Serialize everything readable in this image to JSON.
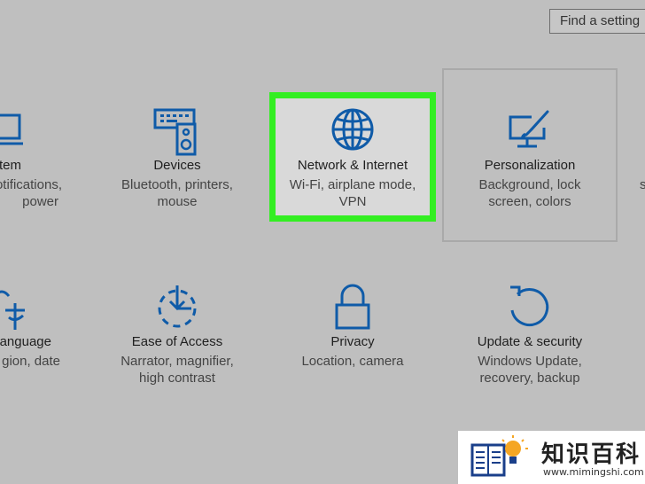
{
  "search": {
    "placeholder": "Find a setting"
  },
  "tiles": [
    {
      "name": "system",
      "title": "tem",
      "desc": [
        "otifications,",
        "power"
      ],
      "icon": "laptop-icon"
    },
    {
      "name": "devices",
      "title": "Devices",
      "desc": [
        "Bluetooth, printers,",
        "mouse"
      ],
      "icon": "keyboard-speaker-icon"
    },
    {
      "name": "network",
      "title": "Network & Internet",
      "desc": [
        "Wi-Fi, airplane mode,",
        "VPN"
      ],
      "icon": "globe-icon"
    },
    {
      "name": "personalization",
      "title": "Personalization",
      "desc": [
        "Background, lock",
        "screen, colors"
      ],
      "icon": "monitor-brush-icon"
    },
    {
      "name": "time-language",
      "title": "anguage",
      "desc": [
        "gion, date"
      ],
      "icon": "language-icon"
    },
    {
      "name": "ease-of-access",
      "title": "Ease of Access",
      "desc": [
        "Narrator, magnifier,",
        "high contrast"
      ],
      "icon": "ease-of-access-icon"
    },
    {
      "name": "privacy",
      "title": "Privacy",
      "desc": [
        "Location, camera"
      ],
      "icon": "lock-icon"
    },
    {
      "name": "update-security",
      "title": "Update & security",
      "desc": [
        "Windows Update,",
        "recovery, backup"
      ],
      "icon": "refresh-icon"
    }
  ],
  "watermark": {
    "text": "知识百科",
    "url": "www.mimingshi.com"
  },
  "colors": {
    "icon": "#0f5ba8",
    "highlight": "#33ee22",
    "background": "#bfbfbf"
  }
}
